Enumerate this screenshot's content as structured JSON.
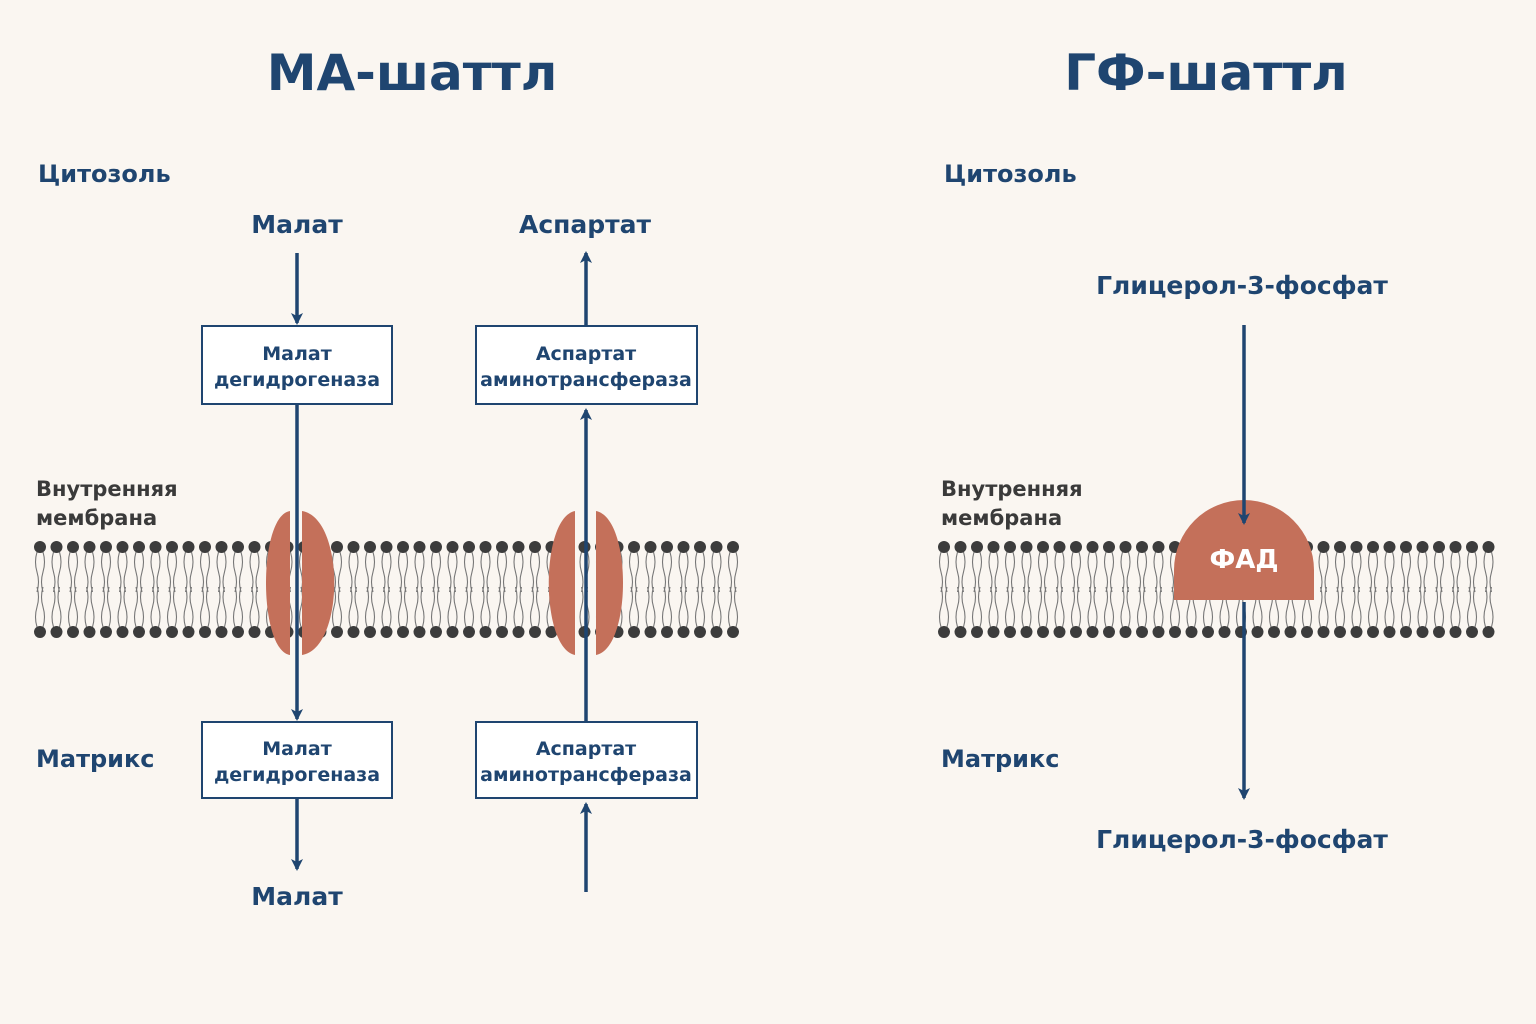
{
  "left": {
    "title": "МА-шаттл",
    "cytosol_label": "Цитозоль",
    "membrane_label": [
      "Внутренняя",
      "мембрана"
    ],
    "matrix_label": "Матрикс",
    "malate_top": "Малат",
    "aspartate_top": "Аспартат",
    "malate_bottom": "Малат",
    "enzymes": {
      "mdh_top": [
        "Малат",
        "дегидрогеназа"
      ],
      "ast_top": [
        "Аспартат",
        "аминотрансфераза"
      ],
      "mdh_bottom": [
        "Малат",
        "дегидрогеназа"
      ],
      "ast_bottom": [
        "Аспартат",
        "аминотрансфераза"
      ]
    }
  },
  "right": {
    "title": "ГФ-шаттл",
    "cytosol_label": "Цитозоль",
    "membrane_label": [
      "Внутренняя",
      "мембрана"
    ],
    "matrix_label": "Матрикс",
    "g3p_top": "Глицерол-3-фосфат",
    "g3p_bottom": "Глицерол-3-фосфат",
    "fad": "ФАД"
  },
  "colors": {
    "navy": "#1f4570",
    "protein": "#c4705a",
    "lipid_head": "#3c3c3c",
    "background": "#faf6f1"
  }
}
